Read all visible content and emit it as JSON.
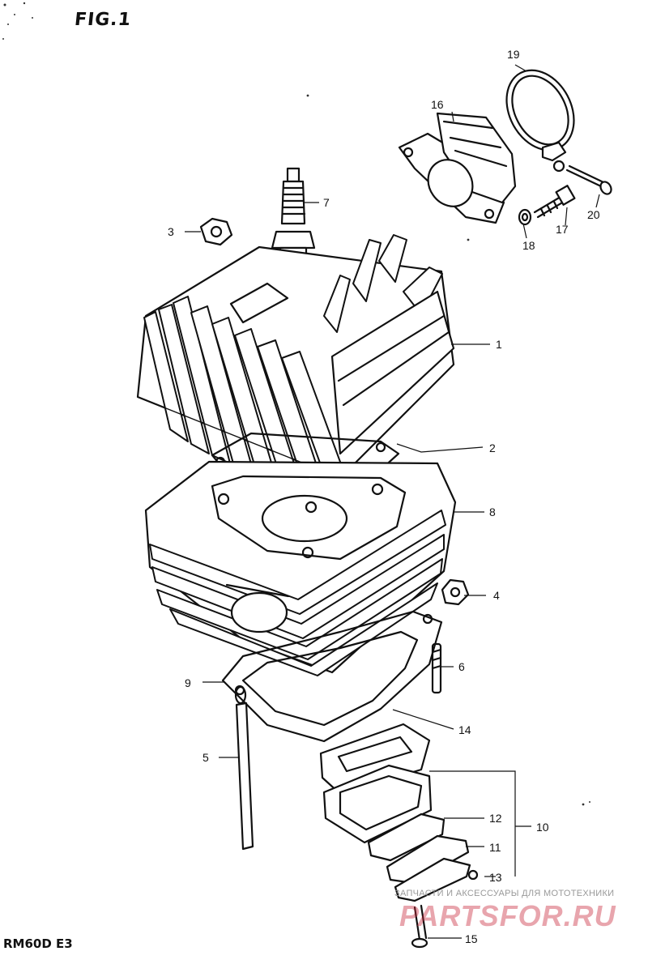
{
  "figure": {
    "title": "FIG.1",
    "model": "RM60D  E3"
  },
  "watermark": {
    "tagline": "ЗАПЧАСТИ И АКСЕССУАРЫ ДЛЯ МОТОТЕХНИКИ",
    "brand": "PARTSFOR.RU",
    "color": "#c8283c"
  },
  "callouts": [
    "1",
    "2",
    "3",
    "4",
    "5",
    "6",
    "7",
    "8",
    "9",
    "10",
    "11",
    "12",
    "13",
    "14",
    "15",
    "16",
    "17",
    "18",
    "19",
    "20"
  ],
  "parts": [
    "cylinder-head",
    "head-gasket",
    "nut",
    "nut",
    "stud",
    "stud",
    "spark-plug",
    "cylinder",
    "cylinder-gasket",
    "reed-valve-assembly",
    "reed-plate",
    "reed-stopper",
    "screw",
    "gasket",
    "screw",
    "intake-pipe",
    "bolt",
    "washer",
    "clamp",
    "screw"
  ]
}
